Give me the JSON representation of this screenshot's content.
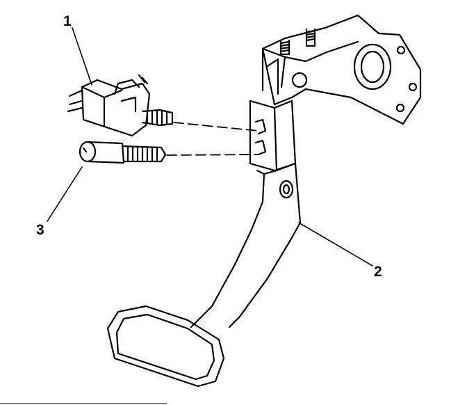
{
  "callouts": {
    "switch": "1",
    "pedal": "2",
    "plunger": "3"
  },
  "colors": {
    "line": "#000000",
    "background": "#ffffff"
  }
}
